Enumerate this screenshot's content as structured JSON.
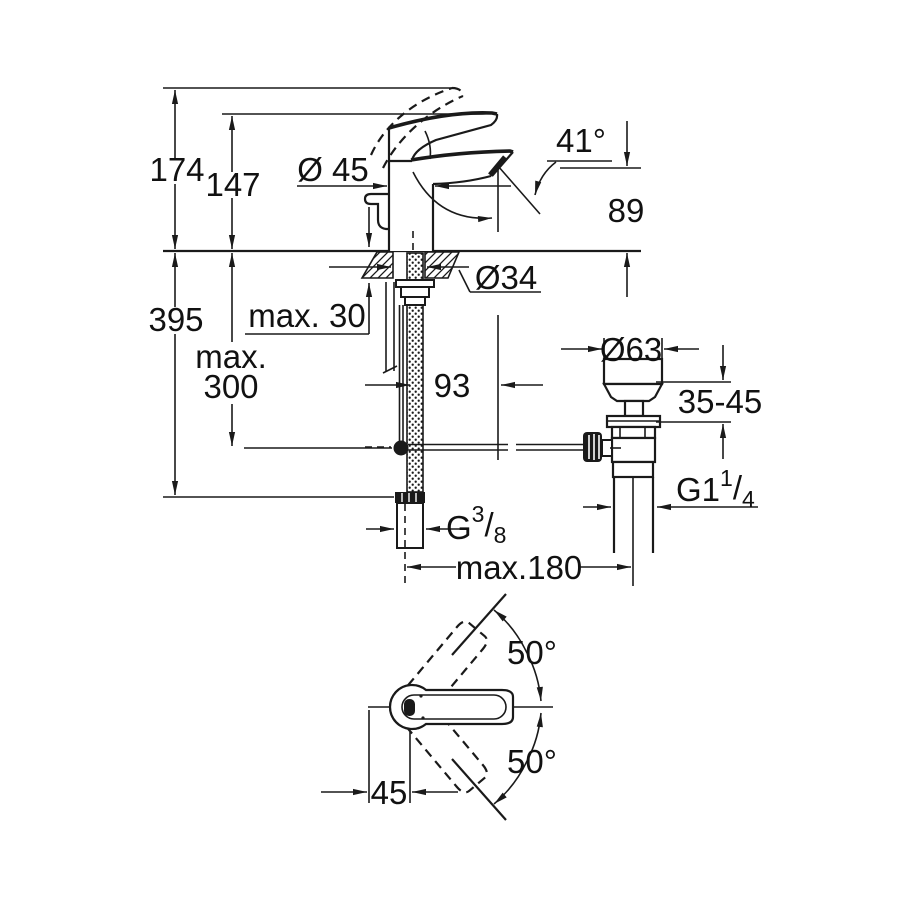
{
  "drawing": {
    "title": "faucet-dimension-drawing",
    "colors": {
      "line": "#1a1a1a",
      "background": "#ffffff"
    },
    "labels": {
      "h174": "174",
      "h147": "147",
      "dia45": "Ø 45",
      "ang41": "41°",
      "h89": "89",
      "h395": "395",
      "max30": "max. 30",
      "dia34": "Ø34",
      "max300a": "max.",
      "max300b": "300",
      "w93": "93",
      "dia63": "Ø63",
      "range3545": "35-45",
      "g114_base": "G1",
      "g114_sup": "1",
      "g114_slash": "/",
      "g114_sub": "4",
      "g38_base": "G",
      "g38_sup": "3",
      "g38_slash": "/",
      "g38_sub": "8",
      "max180": "max.180",
      "ang50_top": "50°",
      "ang50_bottom": "50°",
      "w45": "45"
    }
  }
}
